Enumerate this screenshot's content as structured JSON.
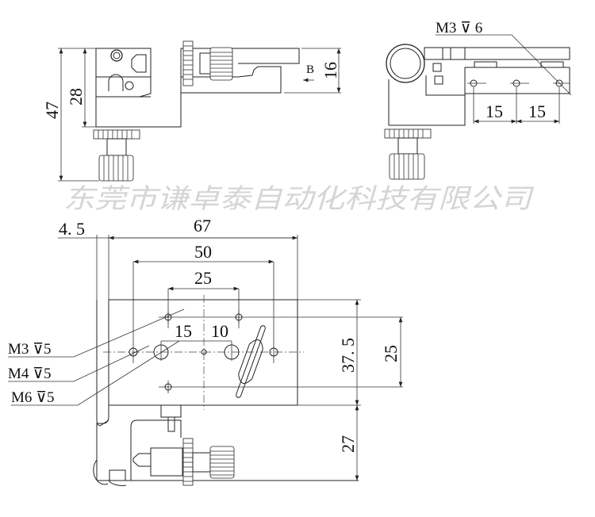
{
  "watermark": "东莞市谦卓泰自动化科技有限公司",
  "side_view": {
    "dim_overall_height": "47",
    "dim_body_height": "28",
    "dim_plate_height": "16",
    "direction_label": "B"
  },
  "end_view": {
    "hole_callout": "M3 ⊽ 6",
    "dim_pitch_left": "15",
    "dim_pitch_right": "15"
  },
  "top_view": {
    "dim_offset": "4. 5",
    "dim_width": "67",
    "dim_hole_span_outer": "50",
    "dim_hole_span_inner": "25",
    "dim_center_left": "15",
    "dim_center_right": "10",
    "dim_depth": "37. 5",
    "dim_hole_span_vertical": "25",
    "dim_knob_extension": "27",
    "hole_callouts": [
      "M3  ⊽5",
      "M4  ⊽5",
      "M6  ⊽5"
    ]
  }
}
